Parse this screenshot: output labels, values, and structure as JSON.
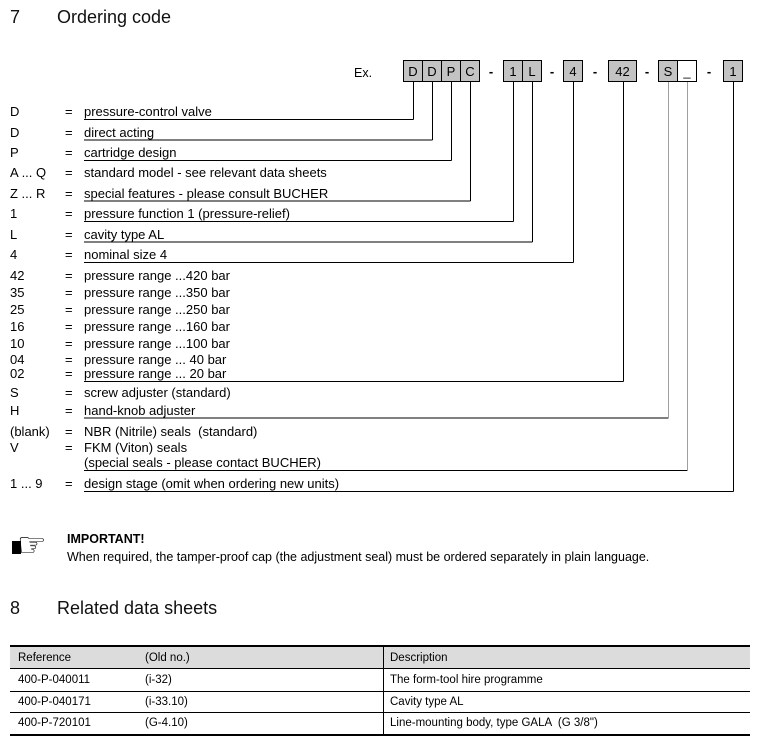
{
  "colors": {
    "box_fill": "#c3c3c3",
    "box_border": "#000000",
    "connector_black": "#000000",
    "connector_gray": "#9e9e9e",
    "table_header_bg": "#dcdcdc"
  },
  "section_ordering": {
    "number": "7",
    "title": "Ordering code"
  },
  "ordering_code": {
    "example_label": "Ex.",
    "separator": "-",
    "groups": [
      {
        "boxes": [
          {
            "text": "D",
            "filled": true
          },
          {
            "text": "D",
            "filled": true
          },
          {
            "text": "P",
            "filled": true
          },
          {
            "text": "C",
            "filled": true
          }
        ]
      },
      {
        "boxes": [
          {
            "text": "1",
            "filled": true
          },
          {
            "text": "L",
            "filled": true
          }
        ]
      },
      {
        "boxes": [
          {
            "text": "4",
            "filled": true
          }
        ]
      },
      {
        "boxes": [
          {
            "text": "42",
            "filled": true
          }
        ]
      },
      {
        "boxes": [
          {
            "text": "S",
            "filled": true
          },
          {
            "text": "_",
            "filled": false
          }
        ]
      },
      {
        "boxes": [
          {
            "text": "1",
            "filled": true
          }
        ]
      }
    ],
    "rows": [
      {
        "code": "D",
        "equals": "=",
        "desc": "pressure-control valve",
        "connect": 0
      },
      {
        "code": "D",
        "equals": "=",
        "desc": "direct acting",
        "connect": 1
      },
      {
        "code": "P",
        "equals": "=",
        "desc": "cartridge design",
        "connect": 2
      },
      {
        "code": "A ... Q",
        "equals": "=",
        "desc": "standard model - see relevant data sheets",
        "connect": null
      },
      {
        "code": "Z ... R",
        "equals": "=",
        "desc": "special features - please consult BUCHER",
        "connect": 3
      },
      {
        "code": "1",
        "equals": "=",
        "desc": "pressure function 1 (pressure-relief)",
        "connect": 4
      },
      {
        "code": "L",
        "equals": "=",
        "desc": "cavity type AL",
        "connect": 5
      },
      {
        "code": "4",
        "equals": "=",
        "desc": "nominal size 4",
        "connect": 6
      },
      {
        "code": "42",
        "equals": "=",
        "desc": "pressure range ...420 bar",
        "connect": null
      },
      {
        "code": "35",
        "equals": "=",
        "desc": "pressure range ...350 bar",
        "connect": null
      },
      {
        "code": "25",
        "equals": "=",
        "desc": "pressure range ...250 bar",
        "connect": null
      },
      {
        "code": "16",
        "equals": "=",
        "desc": "pressure range ...160 bar",
        "connect": null
      },
      {
        "code": "10",
        "equals": "=",
        "desc": "pressure range ...100 bar",
        "connect": null
      },
      {
        "code": "04",
        "equals": "=",
        "desc": "pressure range ... 40 bar",
        "connect": null
      },
      {
        "code": "02",
        "equals": "=",
        "desc": "pressure range ... 20 bar",
        "connect": 7
      },
      {
        "code": "S",
        "equals": "=",
        "desc": "screw adjuster (standard)",
        "connect": null
      },
      {
        "code": "H",
        "equals": "=",
        "desc": "hand-knob adjuster",
        "connect": 8
      },
      {
        "code": "(blank)",
        "equals": "=",
        "desc": "NBR (Nitrile) seals  (standard)",
        "connect": null
      },
      {
        "code": "V",
        "equals": "=",
        "desc": "FKM (Viton) seals",
        "connect": null
      },
      {
        "code": "",
        "equals": "",
        "desc": "(special seals - please contact BUCHER)",
        "connect": 9
      },
      {
        "code": "1 ... 9",
        "equals": "=",
        "desc": "design stage (omit when ordering new units)",
        "connect": 10
      }
    ]
  },
  "important_note": {
    "icon": "pointing-hand",
    "title": "IMPORTANT!",
    "text": "When required, the tamper-proof cap (the adjustment seal) must be ordered separately in plain language."
  },
  "section_related": {
    "number": "8",
    "title": "Related data sheets"
  },
  "related_table": {
    "headers": [
      "Reference",
      "(Old no.)",
      "Description"
    ],
    "rows": [
      [
        "400-P-040011",
        "(i-32)",
        "The form-tool hire programme"
      ],
      [
        "400-P-040171",
        "(i-33.10)",
        "Cavity type AL"
      ],
      [
        "400-P-720101",
        "(G-4.10)",
        "Line-mounting body, type GALA  (G 3/8\")"
      ]
    ]
  }
}
